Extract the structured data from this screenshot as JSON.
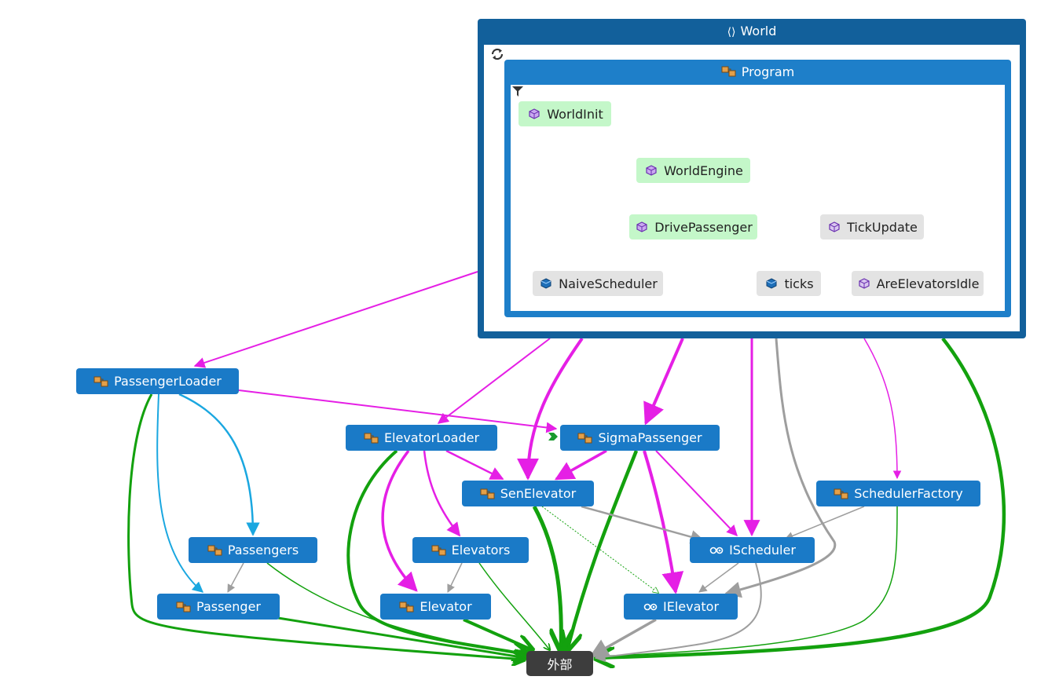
{
  "world": {
    "label": "World"
  },
  "program": {
    "label": "Program"
  },
  "members": {
    "world_init": "WorldInit",
    "world_engine": "WorldEngine",
    "drive_passenger": "DrivePassenger",
    "tick_update": "TickUpdate",
    "naive_scheduler": "NaiveScheduler",
    "ticks": "ticks",
    "are_elevators_idle": "AreElevatorsIdle"
  },
  "types": {
    "passenger_loader": "PassengerLoader",
    "elevator_loader": "ElevatorLoader",
    "sigma_passenger": "SigmaPassenger",
    "sen_elevator": "SenElevator",
    "scheduler_factory": "SchedulerFactory",
    "passengers": "Passengers",
    "elevators": "Elevators",
    "ischeduler": "IScheduler",
    "passenger": "Passenger",
    "elevator": "Elevator",
    "ielevator": "IElevator",
    "external": "外部"
  },
  "colors": {
    "namespace_frame": "#12609b",
    "class_frame": "#1e7fc9",
    "type_node": "#1a7ac7",
    "method_node": "#c4f7c9",
    "field_node": "#e3e3e3",
    "external_node": "#3d3d3d",
    "call_edge": "#e51fe5",
    "field_edge": "#1aa7e0",
    "inherit_edge": "#9e9e9e",
    "external_edge": "#13a10e"
  },
  "icons": {
    "namespace": "namespace-icon",
    "class": "class-icon",
    "method": "method-icon",
    "field": "field-icon",
    "interface": "interface-icon",
    "refresh": "refresh-icon",
    "filter": "filter-icon",
    "entry": "entry-point-icon"
  }
}
